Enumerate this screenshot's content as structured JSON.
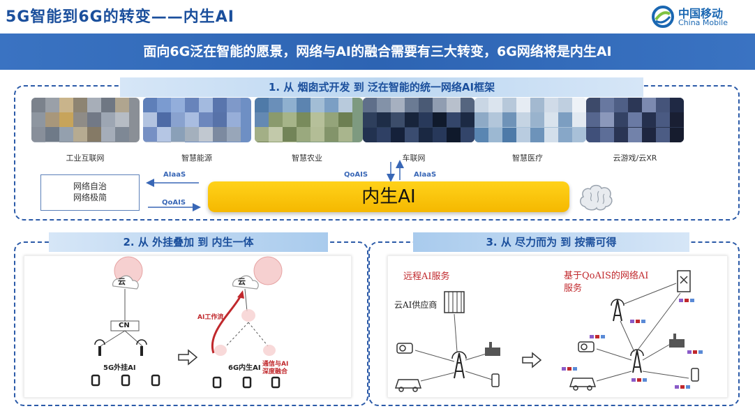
{
  "header": {
    "title": "5G智能到6G的转变——内生AI",
    "logo_cn": "中国移动",
    "logo_en": "China Mobile"
  },
  "banner": "面向6G泛在智能的愿景，网络与AI的融合需要有三大转变，6G网络将是内生AI",
  "section1": {
    "title": "1. 从 烟囱式开发 到 泛在智能的统一网络AI框架",
    "apps": [
      "工业互联网",
      "智慧能源",
      "智慧农业",
      "车联网",
      "智慧医疗",
      "云游戏/云XR"
    ],
    "box_line1": "网络自治",
    "box_line2": "网络极简",
    "aiaas_left": "AIaaS",
    "qoais_left": "QoAIS",
    "qoais_mid": "QoAIS",
    "aiaas_mid": "AIaaS",
    "core": "内生AI"
  },
  "section2": {
    "title": "2. 从 外挂叠加 到 内生一体",
    "cloud_left": "云",
    "cn": "CN",
    "label_5g": "5G外挂AI",
    "cloud_right": "云",
    "ai_flow": "AI工作流",
    "label_6g": "6G内生AI",
    "fusion_line1": "通信与AI",
    "fusion_line2": "深度融合"
  },
  "section3": {
    "title": "3. 从 尽力而为 到 按需可得",
    "remote": "远程AI服务",
    "provider": "云AI供应商",
    "qoais_line1": "基于QoAIS的网络AI",
    "qoais_line2": "服务"
  },
  "colors": {
    "accent": "#2b5aa8",
    "ai_yellow": "#f5b800",
    "red": "#c0282c"
  }
}
